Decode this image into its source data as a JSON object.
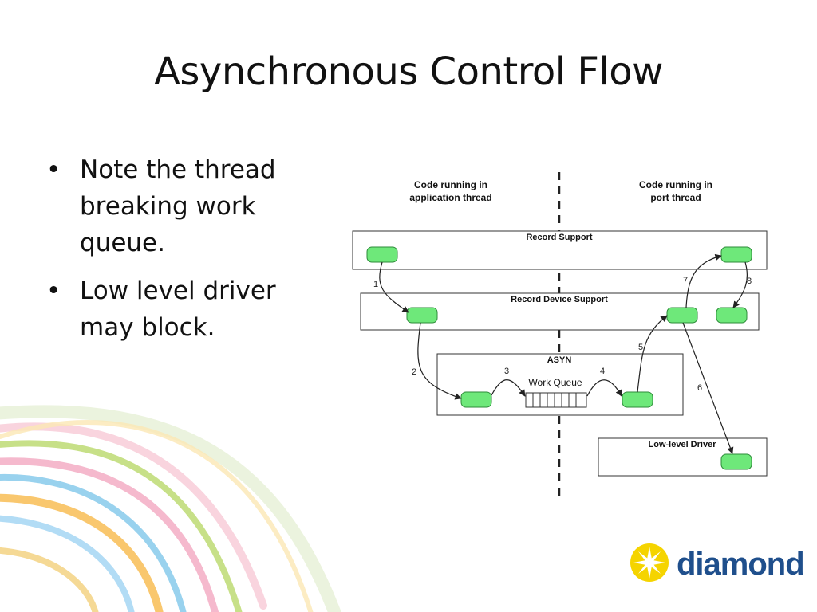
{
  "slide": {
    "title": "Asynchronous Control Flow",
    "bullets": [
      "Note the thread breaking work queue.",
      "Low level driver may block."
    ]
  },
  "diagram": {
    "left_header": [
      "Code running in",
      "application thread"
    ],
    "right_header": [
      "Code running in",
      "port thread"
    ],
    "boxes": {
      "record_support": "Record Support",
      "record_device_support": "Record Device Support",
      "asyn": "ASYN",
      "work_queue": "Work Queue",
      "low_level_driver": "Low-level Driver"
    },
    "steps": [
      "1",
      "2",
      "3",
      "4",
      "5",
      "6",
      "7",
      "8"
    ],
    "colors": {
      "node_fill": "#6ee87a",
      "node_stroke": "#2e8b3a"
    }
  },
  "logo": {
    "text": "diamond",
    "sun_color": "#f5d400",
    "text_color": "#1f4f8c",
    "icon": "diamond-sunburst-icon"
  }
}
